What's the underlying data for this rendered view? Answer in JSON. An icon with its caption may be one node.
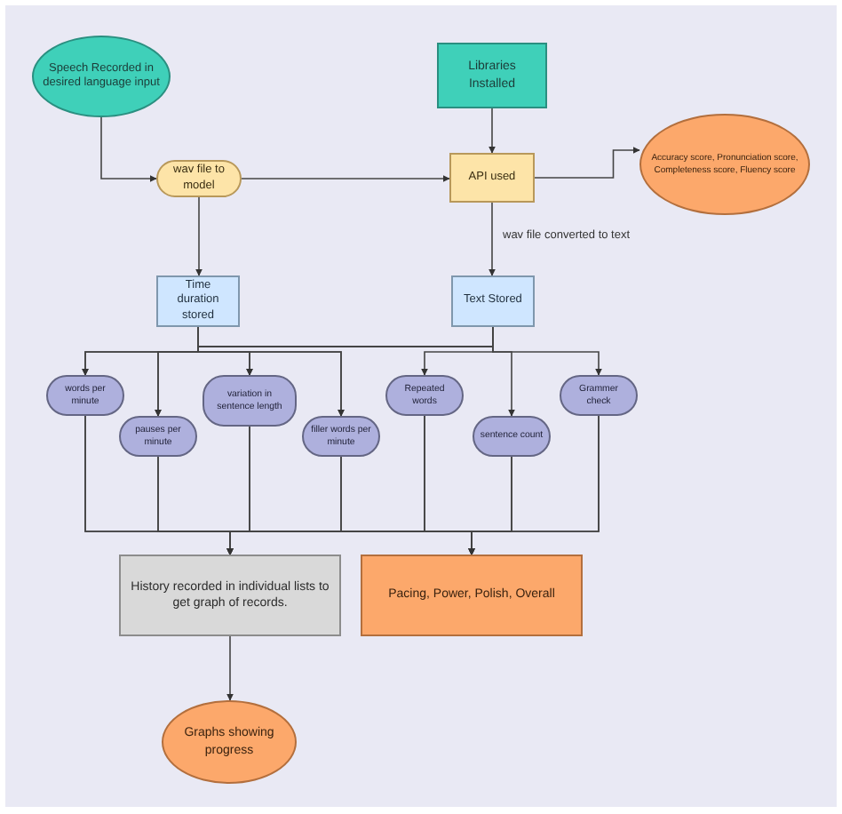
{
  "diagram": {
    "nodes": [
      {
        "text": [
          "Speech Recorded in desired language input"
        ]
      },
      {
        "text": [
          "Libraries Installed"
        ]
      },
      {
        "text": [
          "wav file to model"
        ]
      },
      {
        "text": [
          "API used"
        ]
      },
      {
        "text": [
          "Accuracy score, Pronunciation score, Completeness score, Fluency score"
        ]
      },
      {
        "text": [
          "Time duration stored"
        ]
      },
      {
        "text": [
          "Text Stored"
        ]
      },
      {
        "text": [
          "words per minute"
        ]
      },
      {
        "text": [
          "pauses per minute"
        ]
      },
      {
        "text": [
          "variation in sentence length"
        ]
      },
      {
        "text": [
          "filler words per minute"
        ]
      },
      {
        "text": [
          "Repeated words"
        ]
      },
      {
        "text": [
          "sentence count"
        ]
      },
      {
        "text": [
          "Grammer check"
        ]
      },
      {
        "text": [
          "History recorded in individual lists to get graph of records."
        ]
      },
      {
        "text": [
          "Pacing, Power, Polish, Overall"
        ]
      },
      {
        "text": [
          "Graphs showing progress"
        ]
      }
    ],
    "edges": [
      {
        "from": 0,
        "to": 2,
        "arrow": "to"
      },
      {
        "from": 1,
        "to": 3,
        "arrow": "to"
      },
      {
        "from": 2,
        "to": 3,
        "arrow": "to"
      },
      {
        "from": 3,
        "to": 4,
        "arrow": "to"
      },
      {
        "from": 3,
        "to": 6,
        "arrow": "to",
        "label": "wav file converted to text"
      },
      {
        "from": 2,
        "to": 5,
        "arrow": "to"
      },
      {
        "from": 5,
        "to": 7,
        "arrow": "to"
      },
      {
        "from": 5,
        "to": 8,
        "arrow": "to"
      },
      {
        "from": 5,
        "to": 9,
        "arrow": "to"
      },
      {
        "from": 5,
        "to": 10,
        "arrow": "to"
      },
      {
        "from": 6,
        "to": 7,
        "arrow": "to"
      },
      {
        "from": 6,
        "to": 8,
        "arrow": "to"
      },
      {
        "from": 6,
        "to": 9,
        "arrow": "to"
      },
      {
        "from": 6,
        "to": 10,
        "arrow": "to"
      },
      {
        "from": 6,
        "to": 11,
        "arrow": "to"
      },
      {
        "from": 6,
        "to": 12,
        "arrow": "to"
      },
      {
        "from": 6,
        "to": 13,
        "arrow": "to"
      },
      {
        "from": 7,
        "to": 14,
        "arrow": "to"
      },
      {
        "from": 8,
        "to": 14,
        "arrow": "to"
      },
      {
        "from": 9,
        "to": 14,
        "arrow": "to"
      },
      {
        "from": 10,
        "to": 14,
        "arrow": "to"
      },
      {
        "from": 11,
        "to": 14,
        "arrow": "to"
      },
      {
        "from": 12,
        "to": 14,
        "arrow": "to"
      },
      {
        "from": 13,
        "to": 14,
        "arrow": "to"
      },
      {
        "from": 7,
        "to": 15,
        "arrow": "to"
      },
      {
        "from": 8,
        "to": 15,
        "arrow": "to"
      },
      {
        "from": 9,
        "to": 15,
        "arrow": "to"
      },
      {
        "from": 10,
        "to": 15,
        "arrow": "to"
      },
      {
        "from": 11,
        "to": 15,
        "arrow": "to"
      },
      {
        "from": 12,
        "to": 15,
        "arrow": "to"
      },
      {
        "from": 13,
        "to": 15,
        "arrow": "to"
      },
      {
        "from": 14,
        "to": 16,
        "arrow": "to"
      }
    ]
  }
}
